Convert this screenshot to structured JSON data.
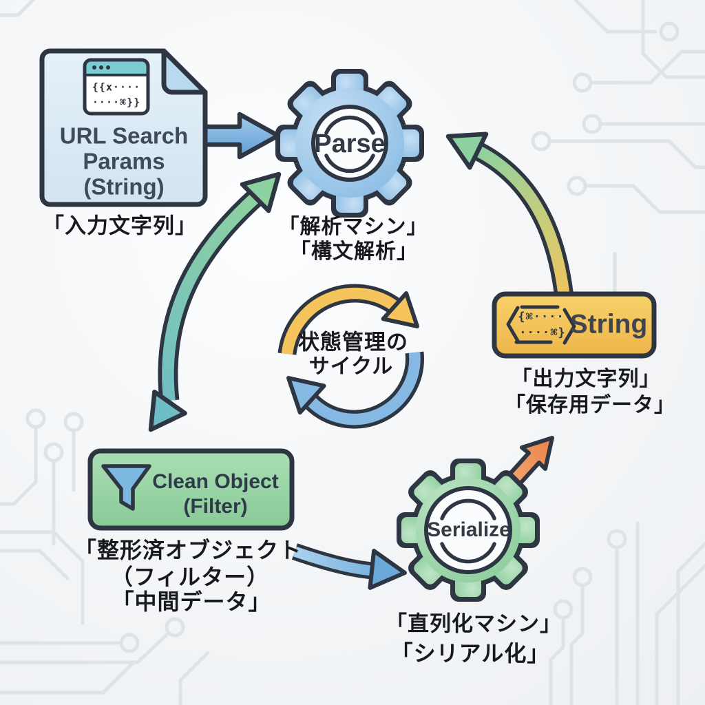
{
  "colors": {
    "outline": "#2d3642",
    "blue": "#77b1df",
    "green": "#93d2a0",
    "teal": "#6fbdc6",
    "yellow": "#f5c45c",
    "orange": "#ee9256",
    "doc_fill": "#dbe9f4",
    "background": "#f2f4f6"
  },
  "diagram": {
    "input_doc": {
      "icon": "code-window-icon",
      "code1": "{{x····",
      "code2": "····⌘}}",
      "title1": "URL Search",
      "title2": "Params",
      "title3": "(String)",
      "caption": "「入力文字列」"
    },
    "parse": {
      "label": "Parse",
      "caption1": "「解析マシン」",
      "caption2": "「構文解析」"
    },
    "cycle": {
      "caption1": "状態管理の",
      "caption2": "サイクル"
    },
    "string_box": {
      "icon": "code-brackets-icon",
      "code1": "{⌘····",
      "code2": "····⌘}",
      "label": "String",
      "caption1": "「出力文字列」",
      "caption2": "「保存用データ」"
    },
    "clean_object": {
      "icon": "funnel-icon",
      "title1": "Clean Object",
      "title2": "(Filter)",
      "caption1": "「整形済オブジェクト",
      "caption2": "（フィルター）",
      "caption3": "「中間データ」"
    },
    "serialize": {
      "label": "Serialize",
      "caption1": "「直列化マシン」",
      "caption2": "「シリアル化」"
    }
  }
}
